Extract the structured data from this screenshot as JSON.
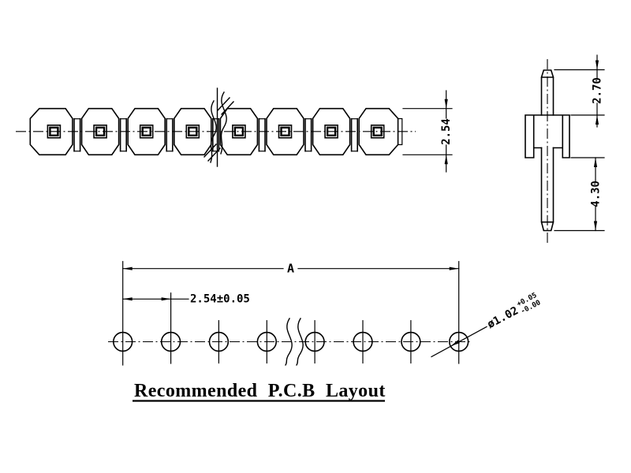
{
  "drawing_title": "Recommended P.C.B Layout",
  "dimensions": {
    "strip_pitch": "2.54",
    "pin_protrusion_top": "2.70",
    "pin_protrusion_bottom": "4.30",
    "overall_length_label": "A",
    "hole_pitch": "2.54±0.05",
    "hole_diameter": "ø1.02",
    "hole_diameter_tol_upper": "+0.05",
    "hole_diameter_tol_lower": "-0.00"
  }
}
